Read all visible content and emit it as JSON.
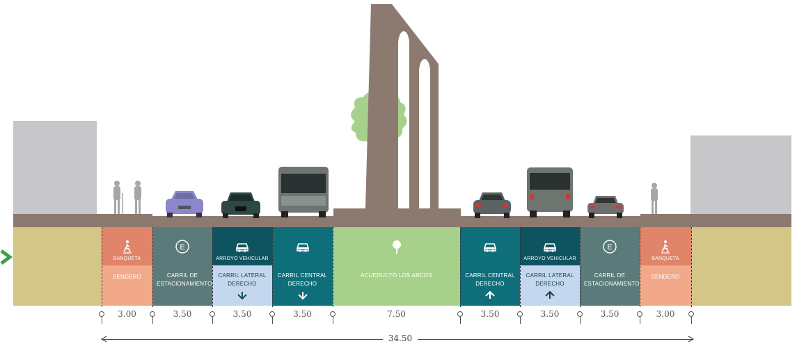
{
  "lanes": [
    {
      "top": "BANQUETA",
      "bottom": "SENDERO",
      "icon": "pedestrian-icon",
      "width": "3.00",
      "top_color": "#e0846a",
      "bottom_color": "#f1a98a"
    },
    {
      "top": "",
      "bottom": "CARRIL DE ESTACIONAMIENTO",
      "icon": "parking-icon",
      "icon_text": "E",
      "width": "3.50",
      "top_color": "#5b7b7a",
      "bottom_color": "#5b7b7a"
    },
    {
      "top": "ARROYO VEHICULAR",
      "bottom": "CARRIL LATERAL DERECHO",
      "icon": "car-icon",
      "arrow": "down",
      "width": "3.50",
      "top_color": "#0e5460",
      "bottom_color": "#c5d7ef"
    },
    {
      "top": "",
      "bottom": "CARRIL CENTRAL DERECHO",
      "icon": "car-icon",
      "arrow": "down",
      "width": "3.50",
      "top_color": "#0e6e7a",
      "bottom_color": "#0e6e7a"
    },
    {
      "top": "",
      "bottom": "ACUEDUCTO LOS ARCOS",
      "icon": "tree-icon",
      "width": "7.50",
      "top_color": "#a7d18a",
      "bottom_color": "#a7d18a"
    },
    {
      "top": "",
      "bottom": "CARRIL CENTRAL DERECHO",
      "icon": "car-icon",
      "arrow": "up",
      "width": "3.50",
      "top_color": "#0e6e7a",
      "bottom_color": "#0e6e7a"
    },
    {
      "top": "ARROYO VEHICULAR",
      "bottom": "CARRIL LATERAL DERECHO",
      "icon": "car-icon",
      "arrow": "up",
      "width": "3.50",
      "top_color": "#0e5460",
      "bottom_color": "#c5d7ef"
    },
    {
      "top": "",
      "bottom": "CARRIL DE ESTACIONAMIENTO",
      "icon": "parking-icon",
      "icon_text": "E",
      "width": "3.50",
      "top_color": "#5b7b7a",
      "bottom_color": "#5b7b7a"
    },
    {
      "top": "BANQUETA",
      "bottom": "SENDERO",
      "icon": "pedestrian-icon",
      "width": "3.00",
      "top_color": "#e0846a",
      "bottom_color": "#f1a98a"
    }
  ],
  "total_width": "34.50",
  "colors": {
    "ground": "#d3c686",
    "road": "#8c7a70",
    "building": "#c7c7c9",
    "aqueduct": "#8c7a70",
    "tree": "#a7d18a"
  }
}
